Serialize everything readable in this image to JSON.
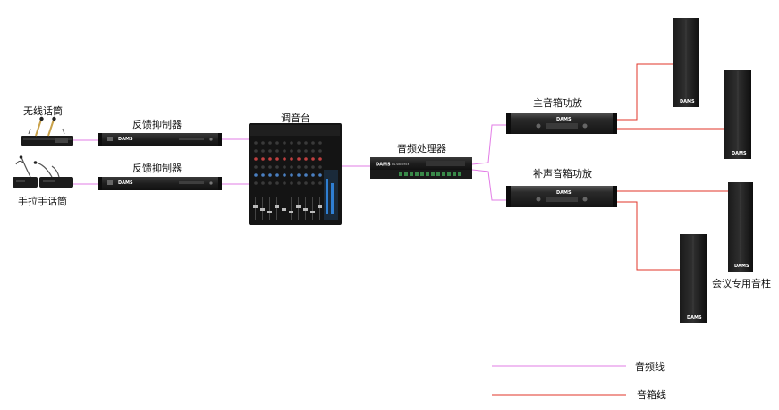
{
  "labels": {
    "wireless_mic": "无线话筒",
    "handheld_mic": "手拉手话筒",
    "feedback_suppressor_1": "反馈抑制器",
    "feedback_suppressor_2": "反馈抑制器",
    "mixer": "调音台",
    "audio_processor": "音频处理器",
    "main_amp": "主音箱功放",
    "fill_amp": "补声音箱功放",
    "column_speaker": "会议专用音柱"
  },
  "device_text": {
    "brand": "DAMS",
    "processor_brand": "DAMS",
    "processor_model": "DS-SRD0703"
  },
  "legend": [
    {
      "name": "audio-line",
      "label": "音频线",
      "color": "#e27ce6"
    },
    {
      "name": "speaker-line",
      "label": "音箱线",
      "color": "#e0342a"
    }
  ],
  "colors": {
    "audio_line": "#e27ce6",
    "speaker_line": "#e0342a",
    "device_body": "#1c1c1c",
    "device_front": "#2a2a2a"
  }
}
